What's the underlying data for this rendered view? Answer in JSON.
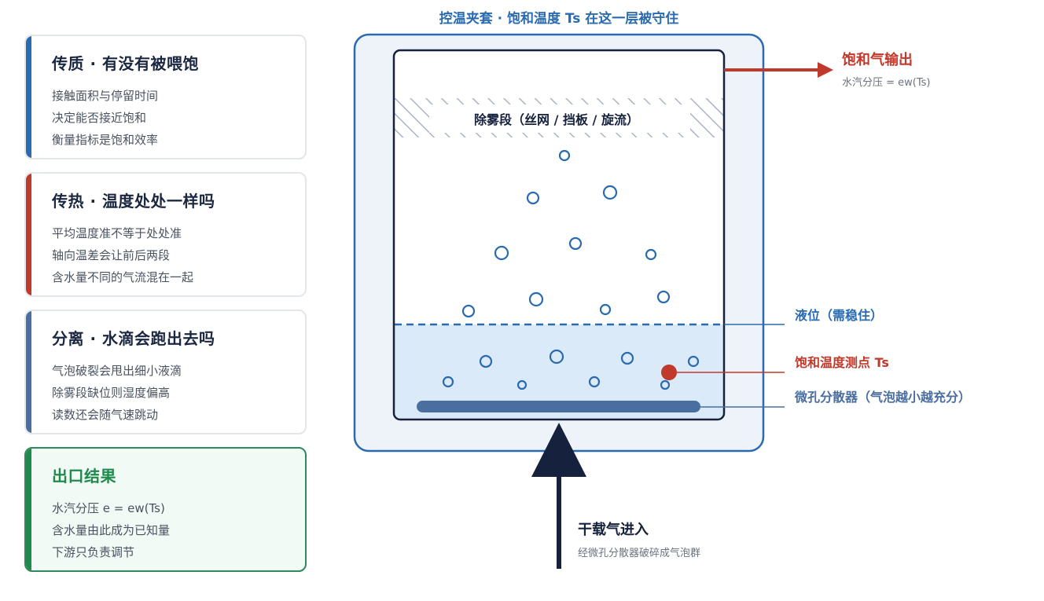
{
  "cards": [
    {
      "title": "传质 · 有没有被喂饱",
      "lines": [
        "接触面积与停留时间",
        "决定能否接近饱和",
        "衡量指标是饱和效率"
      ],
      "accent": "#2a6bb0"
    },
    {
      "title": "传热 · 温度处处一样吗",
      "lines": [
        "平均温度准不等于处处准",
        "轴向温差会让前后两段",
        "含水量不同的气流混在一起"
      ],
      "accent": "#c0392b"
    },
    {
      "title": "分离 · 水滴会跑出去吗",
      "lines": [
        "气泡破裂会甩出细小液滴",
        "除雾段缺位则湿度偏高",
        "读数还会随气速跳动"
      ],
      "accent": "#4a6ea0"
    },
    {
      "title": "出口结果",
      "lines": [
        "水汽分压 e = ew(Ts)",
        "含水量由此成为已知量",
        "下游只负责调节"
      ],
      "accent": "#1f8a4c"
    }
  ],
  "diagram": {
    "jacket_label": "控温夹套 · 饱和温度 Ts 在这一层被守住",
    "demister_label": "除雾段（丝网 / 挡板 / 旋流）",
    "outlet_title": "饱和气输出",
    "outlet_sub": "水汽分压 = ew(Ts)",
    "level_label": "液位（需稳住）",
    "sensor_label": "饱和温度测点 Ts",
    "diffuser_label": "微孔分散器（气泡越小越充分）",
    "inlet_title": "干载气进入",
    "inlet_sub": "经微孔分散器破碎成气泡群",
    "colors": {
      "navy": "#16213e",
      "blue": "#2a6bb0",
      "red": "#c0392b",
      "slate": "#4a6ea0",
      "liquid": "#dbeaf8",
      "jacket_fill": "#eef3fa"
    }
  }
}
